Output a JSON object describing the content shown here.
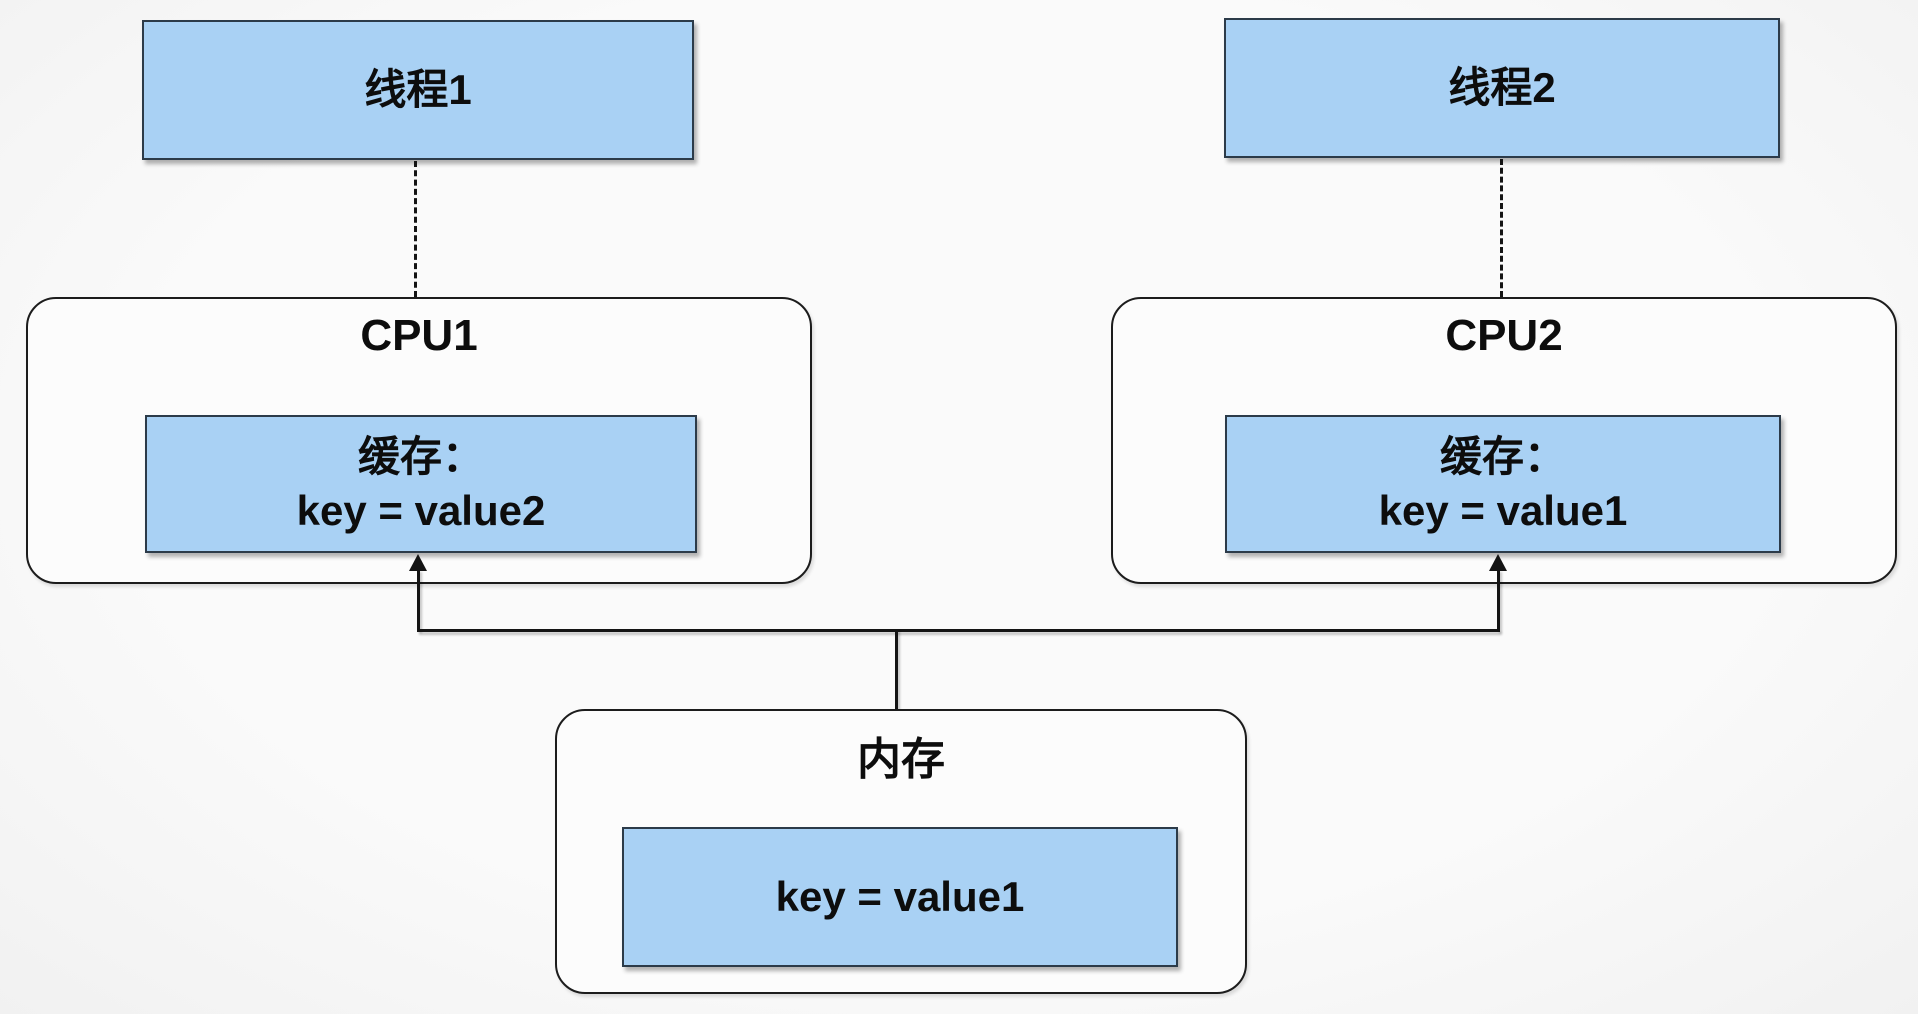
{
  "colors": {
    "node_fill": "#a9d1f4",
    "node_border": "#2c3b49",
    "container_fill": "#fcfcfc",
    "container_border": "#1c1c1c",
    "line": "#141414",
    "background": "#fafafa",
    "text": "#0d0d0d"
  },
  "threads": [
    {
      "label": "线程1"
    },
    {
      "label": "线程2"
    }
  ],
  "cpus": [
    {
      "title": "CPU1",
      "cache_label": "缓存：",
      "cache_value": "key = value2"
    },
    {
      "title": "CPU2",
      "cache_label": "缓存：",
      "cache_value": "key = value1"
    }
  ],
  "memory": {
    "title": "内存",
    "value": "key = value1"
  }
}
